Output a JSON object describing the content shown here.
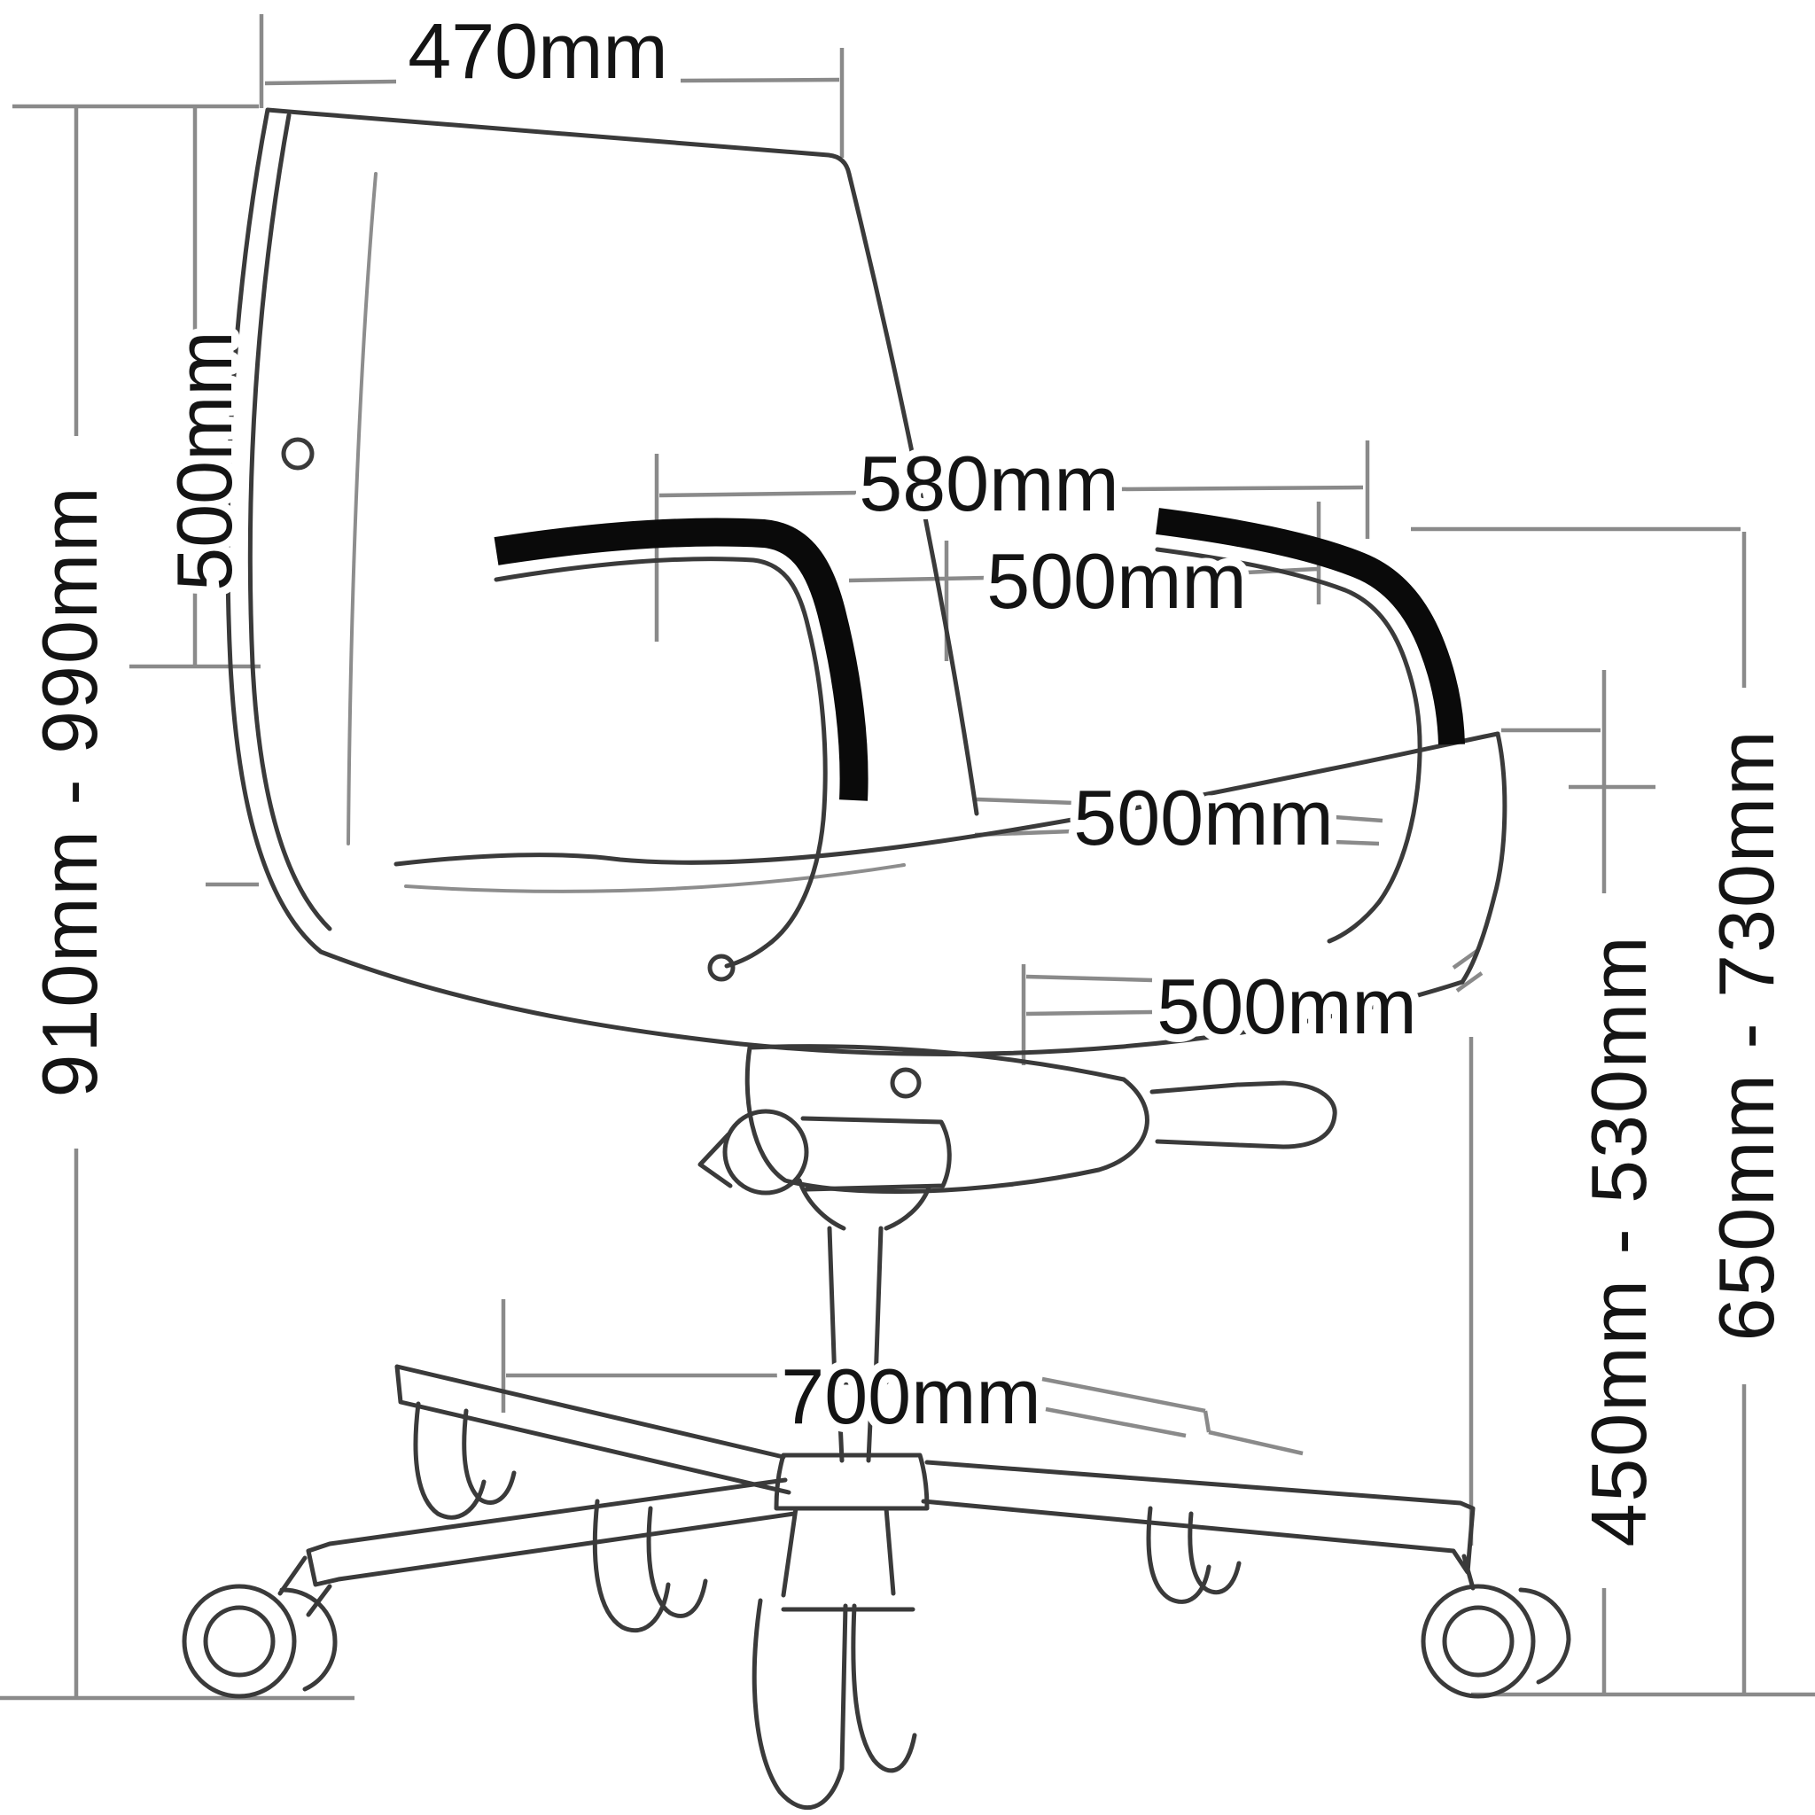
{
  "title": "Office chair dimension diagram (side view line drawing)",
  "colors": {
    "background": "#ffffff",
    "line_art": "#3a3a3a",
    "armrest_pad": "#0a0a0a",
    "dimension_lines": "#8a8a8a",
    "label_text": "#141414"
  },
  "dimensions": {
    "back_width": {
      "label": "470mm",
      "measures": "backrest width (top)"
    },
    "back_height": {
      "label": "500mm",
      "measures": "backrest height (left inner vertical)"
    },
    "total_height": {
      "label": "910mm - 990mm",
      "measures": "overall chair height (left outer vertical)"
    },
    "overall_width": {
      "label": "580mm",
      "measures": "overall width across armrest frames"
    },
    "armrest_span": {
      "label": "500mm",
      "measures": "width between armrest pads"
    },
    "seat_width": {
      "label": "500mm",
      "measures": "seat width"
    },
    "seat_depth": {
      "label": "500mm",
      "measures": "seat depth"
    },
    "base_width": {
      "label": "700mm",
      "measures": "base / five-star width"
    },
    "seat_height_range": {
      "label": "450mm - 530mm",
      "measures": "seat height range (right inner vertical)"
    },
    "armrest_height_range": {
      "label": "650mm - 730mm",
      "measures": "armrest height range (right outer vertical)"
    }
  }
}
